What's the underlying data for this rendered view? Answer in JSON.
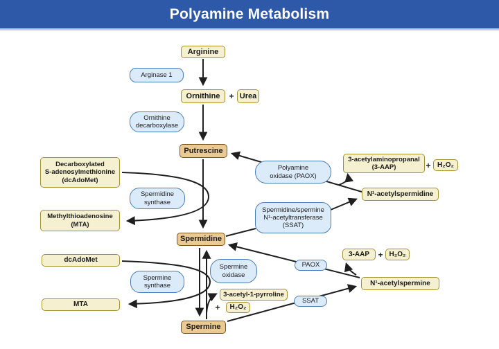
{
  "header": {
    "title": "Polyamine Metabolism"
  },
  "colors": {
    "header_bg": "#2d59a8",
    "metabolite_fill": "#f5f0d0",
    "metabolite_border": "#a3902e",
    "polyamine_fill": "#ebc992",
    "polyamine_border": "#7a561c",
    "enzyme_fill": "#dcebfa",
    "enzyme_border": "#4a7cba",
    "arrow": "#1f1f1f"
  },
  "nodes": {
    "arginine": "Arginine",
    "arginase1": "Arginase 1",
    "ornithine": "Ornithine",
    "urea": "Urea",
    "odc": "Ornithine\ndecarboxylase",
    "putrescine": "Putrescine",
    "dcadomet_full": "Decarboxylated\nS-adenosylmethionine\n(dcAdoMet)",
    "spd_synthase": "Spermidine\nsynthase",
    "mta_full": "Methylthioadenosine\n(MTA)",
    "paox_full": "Polyamine\noxidase (PAOX)",
    "aap_full": "3-acetylaminopropanal\n(3-AAP)",
    "h2o2_top": "H₂O₂",
    "n1_acetylspermidine": "N¹-acetylspermidine",
    "ssat_full": "Spermidine/spermine\nN¹-acetyltransferase\n(SSAT)",
    "spermidine": "Spermidine",
    "dcadomet": "dcAdoMet",
    "spm_synthase": "Spermine\nsynthase",
    "mta": "MTA",
    "spermine_oxidase": "Spermine\noxidase",
    "paox": "PAOX",
    "aap": "3-AAP",
    "h2o2_right": "H₂O₂",
    "n1_acetylspermine": "N¹-acetylspermine",
    "acetyl_pyrroline": "3-acetyl-1-pyrroline",
    "h2o2_bottom": "H₂O₂",
    "ssat": "SSAT",
    "spermine": "Spermine",
    "plus": "+"
  }
}
